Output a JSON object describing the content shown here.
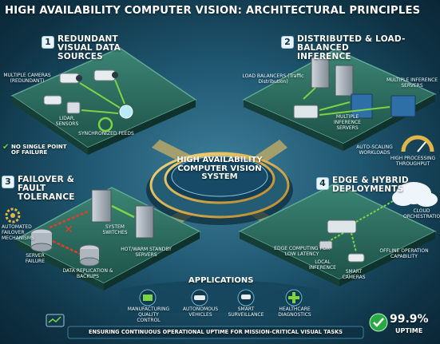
{
  "title": "HIGH AVAILABILITY COMPUTER VISION: ARCHITECTURAL PRINCIPLES",
  "center": "HIGH AVAILABILITY COMPUTER VISION SYSTEM",
  "q1": {
    "num": "1",
    "heading": "REDUNDANT VISUAL DATA SOURCES",
    "cameras": "MULTIPLE CAMERAS (REDUNDANT)",
    "lidar": "LIDAR, SENSORS",
    "sync": "SYNCHRONIZED FEEDS",
    "spof": "NO SINGLE POINT OF FAILURE"
  },
  "q2": {
    "num": "2",
    "heading": "DISTRIBUTED & LOAD-BALANCED INFERENCE",
    "lb": "LOAD BALANCERS (Traffic Distribution)",
    "servers_top": "MULTIPLE INFERENCE SERVERS",
    "servers_mid": "MULTIPLE INFERENCE SERVERS",
    "autoscale": "AUTO-SCALING WORKLOADS",
    "throughput": "HIGH PROCESSING THROUGHPUT"
  },
  "q3": {
    "num": "3",
    "heading": "FAILOVER & FAULT TOLERANCE",
    "automated": "AUTOMATED FAILOVER MECHANISMS",
    "switches": "SYSTEM SWITCHES",
    "hotwarm": "HOT/WARM STANDBY SERVERS",
    "failure": "SERVER FAILURE",
    "replication": "DATA REPLICATION & BACKUPS"
  },
  "q4": {
    "num": "4",
    "heading": "EDGE & HYBRID DEPLOYMENTS",
    "cloud": "CLOUD ORCHESTRATION",
    "edge": "EDGE COMPUTING FOR LOW LATENCY",
    "local": "LOCAL INFERENCE",
    "offline": "OFFLINE OPERATION CAPABILITY",
    "smart": "SMART CAMERAS"
  },
  "applications": {
    "heading": "APPLICATIONS",
    "items": [
      {
        "label": "MANUFACTURING QUALITY CONTROL",
        "icon": "factory-icon"
      },
      {
        "label": "AUTONOMOUS VEHICLES",
        "icon": "car-icon"
      },
      {
        "label": "SMART SURVEILLANCE",
        "icon": "cctv-icon"
      },
      {
        "label": "HEALTHCARE DIAGNOSTICS",
        "icon": "medical-cross-icon"
      }
    ]
  },
  "footer": "ENSURING CONTINUOUS OPERATIONAL UPTIME FOR MISSION-CRITICAL VISUAL TASKS",
  "uptime": {
    "value": "99.9%",
    "label": "UPTIME"
  },
  "colors": {
    "bg": "#1f5670",
    "platform": "#2f6f61",
    "platform_dark": "#17463d",
    "gold": "#e0b64a",
    "green": "#7bd444",
    "red": "#e23b2b"
  }
}
